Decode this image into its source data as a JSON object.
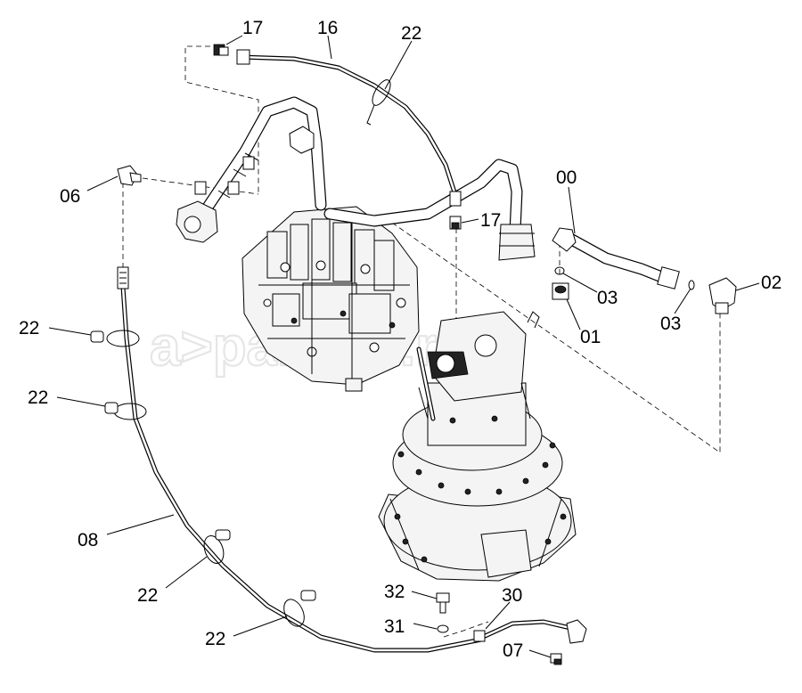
{
  "watermark": {
    "text": "a>partner.ru"
  },
  "part_labels": [
    {
      "id": "l17a",
      "text": "17"
    },
    {
      "id": "l16",
      "text": "16"
    },
    {
      "id": "l22a",
      "text": "22"
    },
    {
      "id": "l06",
      "text": "06"
    },
    {
      "id": "l17b",
      "text": "17"
    },
    {
      "id": "l00",
      "text": "00"
    },
    {
      "id": "l02",
      "text": "02"
    },
    {
      "id": "l03a",
      "text": "03"
    },
    {
      "id": "l03b",
      "text": "03"
    },
    {
      "id": "l01",
      "text": "01"
    },
    {
      "id": "l22b",
      "text": "22"
    },
    {
      "id": "l22c",
      "text": "22"
    },
    {
      "id": "l08",
      "text": "08"
    },
    {
      "id": "l22d",
      "text": "22"
    },
    {
      "id": "l22e",
      "text": "22"
    },
    {
      "id": "l32",
      "text": "32"
    },
    {
      "id": "l31",
      "text": "31"
    },
    {
      "id": "l30",
      "text": "30"
    },
    {
      "id": "l07",
      "text": "07"
    }
  ]
}
